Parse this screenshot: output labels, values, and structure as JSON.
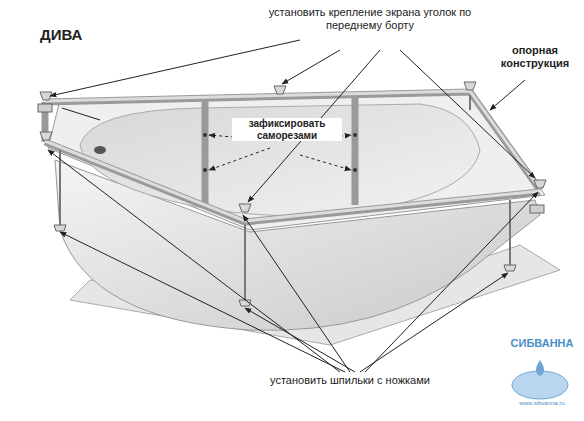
{
  "diagram": {
    "title": "ДИВА",
    "labels": [
      "установить крепление экрана уголок по переднему борту",
      "опорная конструкция",
      "зафиксировать саморезами",
      "установить шпильки с ножками",
      "СИБВАННА",
      "www.sibvanna.ru"
    ]
  }
}
